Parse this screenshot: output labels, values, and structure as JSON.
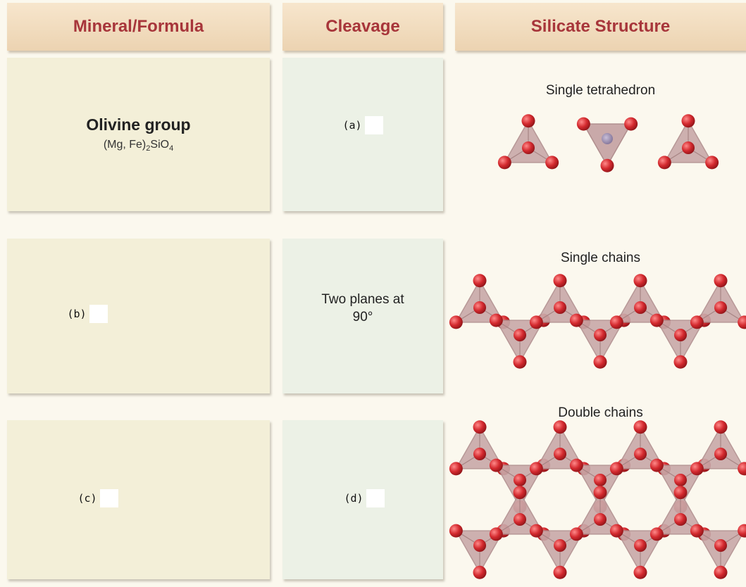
{
  "headers": {
    "mineral": "Mineral/Formula",
    "cleavage": "Cleavage",
    "structure": "Silicate Structure"
  },
  "rows": [
    {
      "mineral_name": "Olivine group",
      "formula_main": "(Mg, Fe)",
      "formula_sub1": "2",
      "formula_mid": "SiO",
      "formula_sub2": "4",
      "cleavage_blank": "(a)",
      "structure_label": "Single tetrahedron"
    },
    {
      "mineral_blank": "(b)",
      "cleavage_line1": "Two planes at",
      "cleavage_line2": "90°",
      "structure_label": "Single chains"
    },
    {
      "mineral_blank": "(c)",
      "cleavage_blank": "(d)",
      "structure_label": "Double chains"
    }
  ],
  "colors": {
    "header_text": "#a7353a",
    "header_bg": "#f1dcbe",
    "mineral_cell": "#f3efd8",
    "cleavage_cell": "#ecf1e6",
    "oxygen": "#d42a2f",
    "tetrahedron": "#c7a6a6",
    "silicon": "#8e7fa5"
  }
}
